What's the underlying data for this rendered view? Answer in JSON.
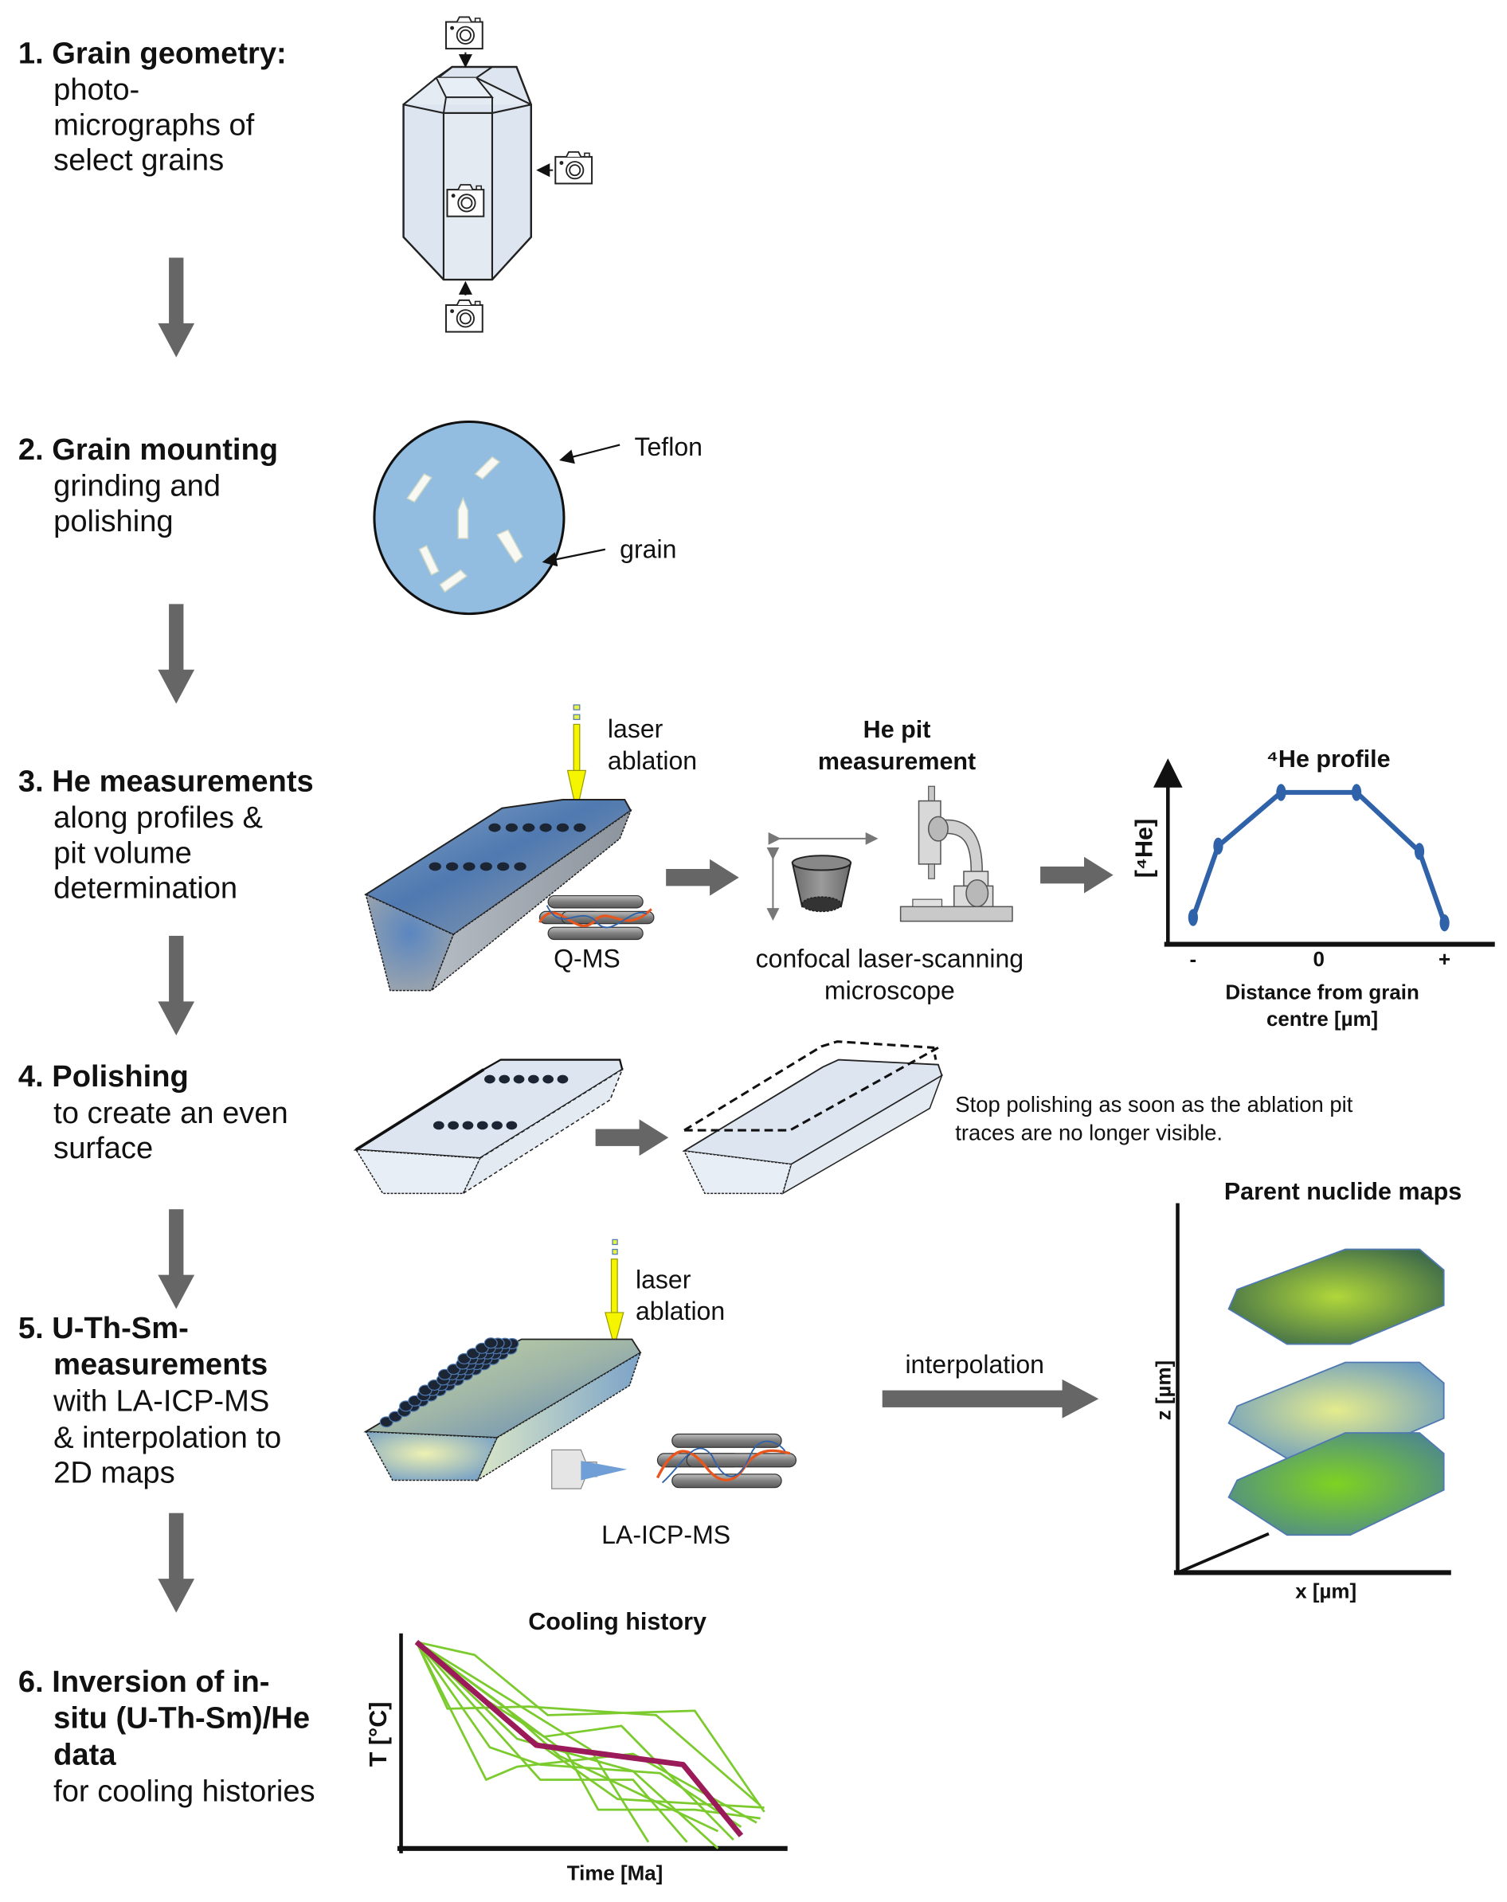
{
  "steps": [
    {
      "title": "1. Grain geometry:",
      "desc": [
        "photo-",
        "micrographs of",
        "select grains"
      ]
    },
    {
      "title": "2. Grain mounting",
      "desc": [
        "grinding and",
        "polishing"
      ]
    },
    {
      "title": "3. He measurements",
      "desc": [
        "along profiles &",
        "pit volume",
        "determination"
      ]
    },
    {
      "title": "4. Polishing",
      "desc": [
        "to create an even",
        "surface"
      ]
    },
    {
      "title": [
        "5. U-Th-Sm-",
        "measurements"
      ],
      "desc": [
        "with LA-ICP-MS",
        "& interpolation to",
        "2D maps"
      ]
    },
    {
      "title": [
        "6. Inversion of in-",
        "situ (U-Th-Sm)/He",
        "data"
      ],
      "desc": [
        "for cooling histories"
      ]
    }
  ],
  "step1": {
    "icons": [
      "camera-top",
      "camera-side",
      "camera-front",
      "camera-bottom"
    ]
  },
  "step2": {
    "teflon_label": "Teflon",
    "grain_label": "grain"
  },
  "step3": {
    "laser_label": [
      "laser",
      "ablation"
    ],
    "qms_label": "Q-MS",
    "pit_title": [
      "He pit",
      "measurement"
    ],
    "microscope_label": [
      "confocal laser-scanning",
      "microscope"
    ]
  },
  "step4": {
    "note": [
      "Stop polishing as soon as the ablation pit",
      "traces are no longer visible."
    ]
  },
  "step5": {
    "laser_label": [
      "laser",
      "ablation"
    ],
    "icpms_label": "LA-ICP-MS",
    "interp_label": "interpolation",
    "maps_title": "Parent nuclide maps",
    "maps_xlabel": "x [µm]",
    "maps_ylabel": "z [µm]"
  },
  "chart_data": [
    {
      "type": "line",
      "title": "⁴He profile",
      "xlabel": [
        "Distance from grain",
        "centre [µm]"
      ],
      "ylabel": "[⁴He]",
      "x_ticks": [
        "-",
        "0",
        "+"
      ],
      "x": [
        -1,
        -0.8,
        -0.3,
        0.3,
        0.8,
        1
      ],
      "values": [
        0.15,
        0.55,
        0.85,
        0.85,
        0.52,
        0.12
      ],
      "xlim": [
        -1.2,
        1.4
      ],
      "ylim": [
        0,
        1
      ],
      "color": "#2f62a8"
    },
    {
      "type": "line",
      "title": "Cooling history",
      "xlabel": "Time [Ma]",
      "ylabel": "T [°C]",
      "xlim": [
        0,
        10
      ],
      "ylim": [
        0,
        10
      ],
      "best_fit": {
        "color": "#9b1a5a",
        "x": [
          0.4,
          3.5,
          7.3,
          8.8
        ],
        "y": [
          9.6,
          4.8,
          3.9,
          0.6
        ]
      },
      "color": "#7ccb2e",
      "series": [
        {
          "x": [
            0.4,
            1.9,
            3.8,
            7.6,
            9.4
          ],
          "y": [
            9.6,
            9.0,
            6.2,
            6.4,
            1.7
          ]
        },
        {
          "x": [
            0.4,
            1.2,
            3.3,
            6.6,
            9.3
          ],
          "y": [
            9.6,
            6.5,
            6.6,
            6.2,
            2.0
          ]
        },
        {
          "x": [
            0.4,
            2.2,
            3.7,
            5.7,
            8.6
          ],
          "y": [
            9.6,
            6.9,
            5.2,
            5.7,
            0.4
          ]
        },
        {
          "x": [
            0.4,
            2.3,
            3.6,
            6.7,
            8.8
          ],
          "y": [
            9.6,
            4.7,
            3.9,
            3.5,
            1.0
          ]
        },
        {
          "x": [
            0.4,
            2.2,
            3.0,
            6.0,
            9.2
          ],
          "y": [
            9.6,
            3.2,
            3.8,
            4.4,
            1.2
          ]
        },
        {
          "x": [
            0.4,
            2.6,
            4.1,
            8.2
          ],
          "y": [
            9.6,
            6.7,
            4.3,
            0.8
          ]
        },
        {
          "x": [
            0.4,
            2.9,
            5.6,
            9.4
          ],
          "y": [
            9.6,
            5.7,
            2.3,
            1.9
          ]
        },
        {
          "x": [
            0.4,
            3.6,
            6.0,
            7.4
          ],
          "y": [
            9.6,
            3.2,
            3.2,
            0.3
          ]
        },
        {
          "x": [
            0.4,
            3.0,
            6.0,
            8.2
          ],
          "y": [
            9.6,
            5.1,
            3.6,
            0.0
          ]
        },
        {
          "x": [
            0.4,
            4.9,
            6.4
          ],
          "y": [
            9.6,
            4.6,
            0.3
          ]
        },
        {
          "x": [
            0.4,
            4.3,
            5.1,
            7.6,
            9.3
          ],
          "y": [
            9.6,
            4.4,
            1.8,
            1.8,
            1.4
          ]
        }
      ]
    }
  ]
}
